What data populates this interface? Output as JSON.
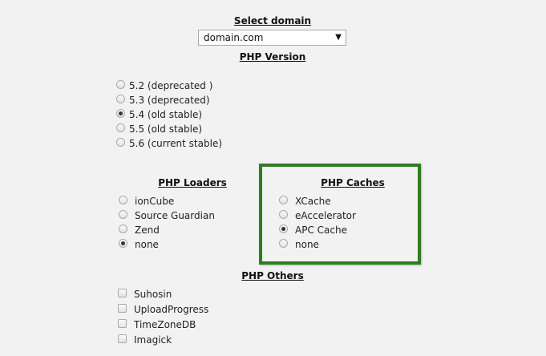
{
  "domain": {
    "heading": "Select domain",
    "selected": "domain.com",
    "arrow": "▼"
  },
  "php_version": {
    "heading": "PHP Version",
    "options": [
      {
        "label": "5.2 (deprecated )",
        "checked": false
      },
      {
        "label": "5.3 (deprecated)",
        "checked": false
      },
      {
        "label": "5.4 (old stable)",
        "checked": true
      },
      {
        "label": "5.5 (old stable)",
        "checked": false
      },
      {
        "label": "5.6 (current stable)",
        "checked": false
      }
    ]
  },
  "php_loaders": {
    "heading": "PHP Loaders",
    "options": [
      {
        "label": "ionCube",
        "checked": false
      },
      {
        "label": "Source Guardian",
        "checked": false
      },
      {
        "label": "Zend",
        "checked": false
      },
      {
        "label": "none",
        "checked": true
      }
    ]
  },
  "php_caches": {
    "heading": "PHP Caches",
    "highlight_color": "#2e7d1f",
    "options": [
      {
        "label": "XCache",
        "checked": false
      },
      {
        "label": "eAccelerator",
        "checked": false
      },
      {
        "label": "APC Cache",
        "checked": true
      },
      {
        "label": "none",
        "checked": false
      }
    ]
  },
  "php_others": {
    "heading": "PHP Others",
    "options": [
      {
        "label": "Suhosin",
        "checked": false
      },
      {
        "label": "UploadProgress",
        "checked": false
      },
      {
        "label": "TimeZoneDB",
        "checked": false
      },
      {
        "label": "Imagick",
        "checked": false
      }
    ]
  }
}
